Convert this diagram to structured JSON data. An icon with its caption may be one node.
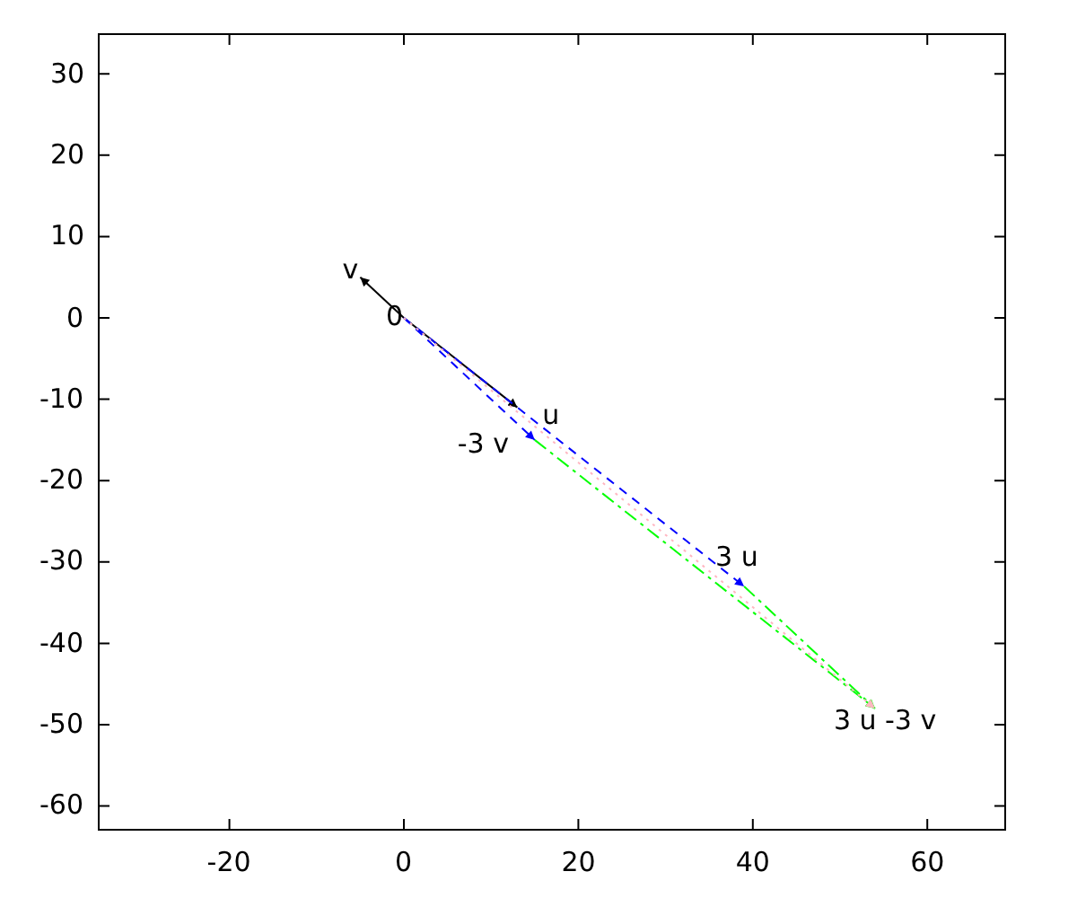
{
  "diagram": {
    "nodes": [
      {
        "text": [
          "0"
        ]
      },
      {
        "text": [
          "v"
        ]
      },
      {
        "text": [
          "u"
        ]
      },
      {
        "text": [
          "-3 v"
        ]
      },
      {
        "text": [
          "3 u"
        ]
      },
      {
        "text": [
          "3 u -3 v"
        ]
      }
    ],
    "edges": [
      {
        "from": 0,
        "to": 1,
        "arrow": "to"
      },
      {
        "from": 0,
        "to": 2,
        "arrow": "to"
      },
      {
        "from": 0,
        "to": 3,
        "arrow": "to",
        "style": "dashed",
        "color": "#0000ff"
      },
      {
        "from": 0,
        "to": 4,
        "arrow": "to",
        "style": "dashed",
        "color": "#0000ff"
      },
      {
        "from": 3,
        "to": 5,
        "arrow": "to",
        "style": "dashed",
        "color": "#00ff00"
      },
      {
        "from": 4,
        "to": 5,
        "arrow": "to",
        "style": "dashed",
        "color": "#00ff00"
      },
      {
        "from": 0,
        "to": 5,
        "arrow": "to",
        "style": "dashed",
        "color": "#ffb6c1"
      }
    ],
    "labels": [
      "30",
      "20",
      "10",
      "0",
      "-10",
      "-20",
      "-30",
      "-40",
      "-50",
      "-60",
      "-20",
      "0",
      "20",
      "40",
      "60"
    ]
  }
}
